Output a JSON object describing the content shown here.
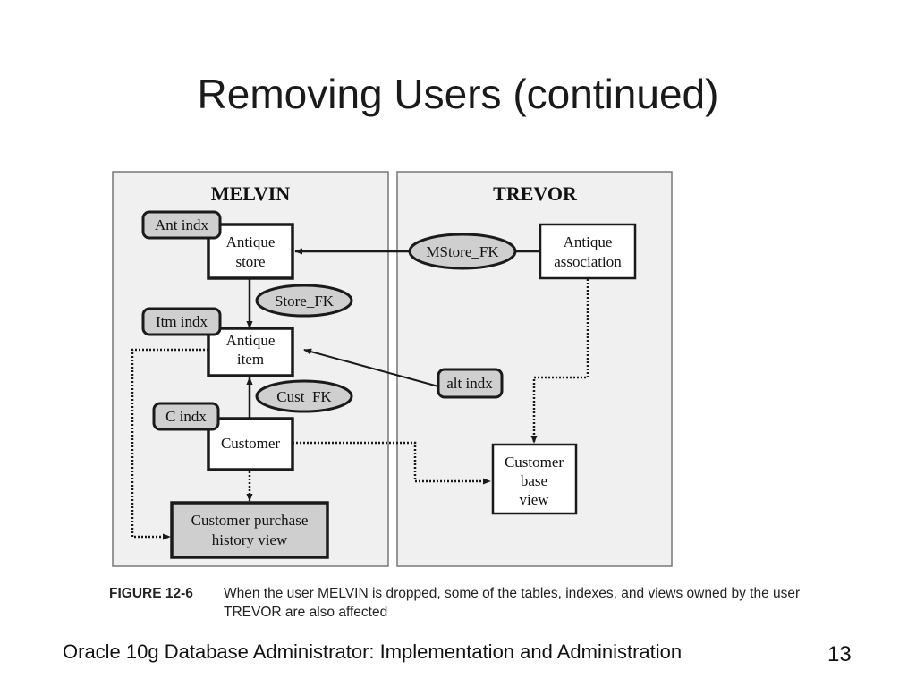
{
  "slide": {
    "title": "Removing Users (continued)",
    "footer": "Oracle 10g Database Administrator: Implementation and Administration",
    "page_number": "13"
  },
  "figure": {
    "number": "FIGURE 12-6",
    "caption": "When the user MELVIN is dropped, some of the tables, indexes, and views owned by the user TREVOR are also affected"
  },
  "diagram": {
    "colors": {
      "panel_fill": "#f0f0f0",
      "tag_fill": "#cfcfcf",
      "border": "#1a1a1a"
    },
    "melvin": {
      "header": "MELVIN",
      "ant_indx": "Ant indx",
      "antique_store": [
        "Antique",
        "store"
      ],
      "store_fk": "Store_FK",
      "itm_indx": "Itm indx",
      "antique_item": [
        "Antique",
        "item"
      ],
      "cust_fk": "Cust_FK",
      "c_indx": "C indx",
      "customer": "Customer",
      "purchase_view": [
        "Customer purchase",
        "history view"
      ]
    },
    "trevor": {
      "header": "TREVOR",
      "mstore_fk": "MStore_FK",
      "antique_association": [
        "Antique",
        "association"
      ],
      "alt_indx": "alt indx",
      "customer_base_view": [
        "Customer",
        "base",
        "view"
      ]
    }
  }
}
